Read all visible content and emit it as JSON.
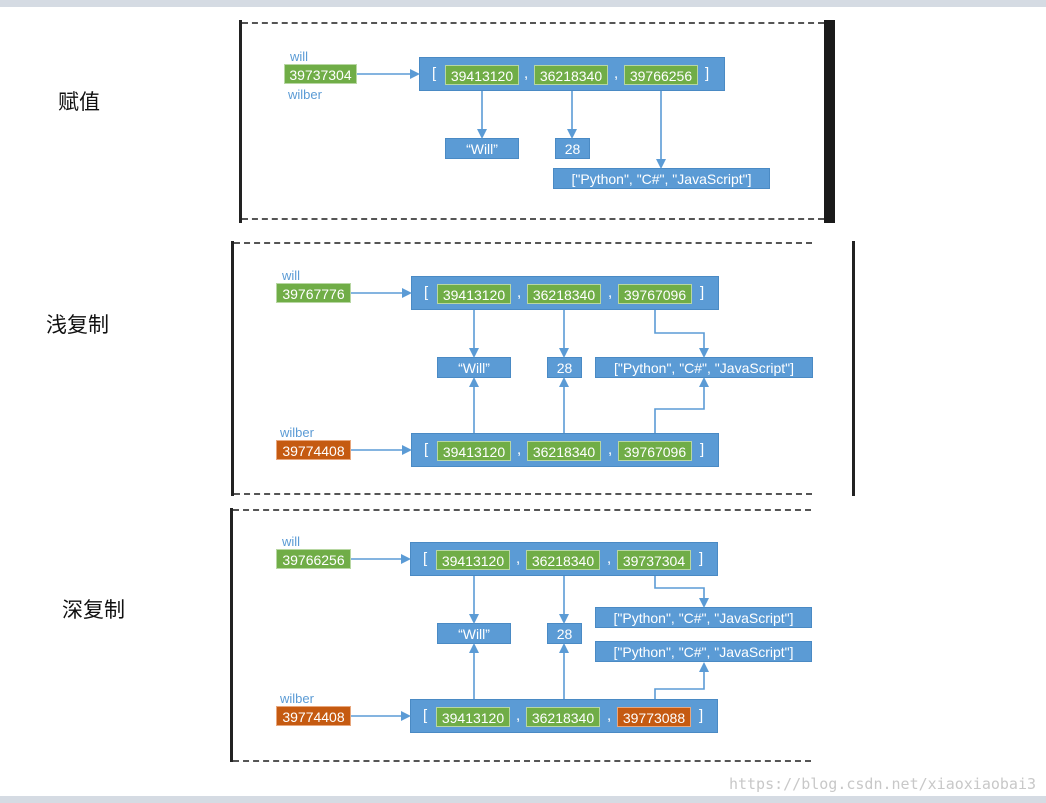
{
  "sections": [
    {
      "label": "赋值",
      "var_top": "will",
      "var_bottom": "wilber",
      "addr": "39737304",
      "list": [
        "39413120",
        "36218340",
        "39766256"
      ],
      "objects": {
        "name": "“Will”",
        "age": "28",
        "langs": "[\"Python\", \"C#\", \"JavaScript\"]"
      }
    },
    {
      "label": "浅复制",
      "var_top": "will",
      "addr_top": "39767776",
      "list_top": [
        "39413120",
        "36218340",
        "39767096"
      ],
      "objects": {
        "name": "“Will”",
        "age": "28",
        "langs": "[\"Python\", \"C#\", \"JavaScript\"]"
      },
      "var_bottom": "wilber",
      "addr_bottom": "39774408",
      "list_bottom": [
        "39413120",
        "36218340",
        "39767096"
      ]
    },
    {
      "label": "深复制",
      "var_top": "will",
      "addr_top": "39766256",
      "list_top": [
        "39413120",
        "36218340",
        "39737304"
      ],
      "objects": {
        "name": "“Will”",
        "age": "28",
        "langs_top": "[\"Python\", \"C#\", \"JavaScript\"]",
        "langs_bottom": "[\"Python\", \"C#\", \"JavaScript\"]"
      },
      "var_bottom": "wilber",
      "addr_bottom": "39774408",
      "list_bottom": [
        "39413120",
        "36218340",
        "39773088"
      ]
    }
  ],
  "watermark": "https://blog.csdn.net/xiaoxiaobai3",
  "colors": {
    "blue": "#5b9bd5",
    "green": "#70ad47",
    "orange": "#c55a11"
  }
}
